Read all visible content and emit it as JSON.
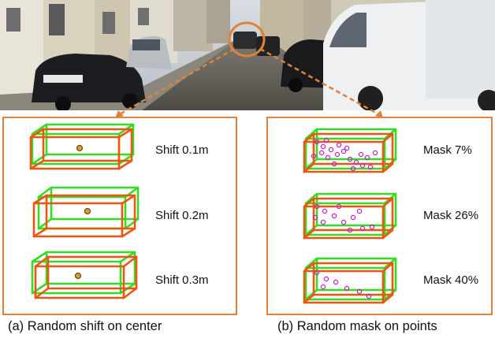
{
  "colors": {
    "frame": "#e0823a",
    "ground_truth_box": "#33dd22",
    "augmented_box": "#ee5511",
    "points": "#cc22cc"
  },
  "panel_a": {
    "items": [
      {
        "label": "Shift 0.1m"
      },
      {
        "label": "Shift 0.2m"
      },
      {
        "label": "Shift 0.3m"
      }
    ],
    "caption": "(a) Random shift on center"
  },
  "panel_b": {
    "items": [
      {
        "label": "Mask 7%"
      },
      {
        "label": "Mask 26%"
      },
      {
        "label": "Mask 40%"
      }
    ],
    "caption": "(b) Random mask on points"
  }
}
